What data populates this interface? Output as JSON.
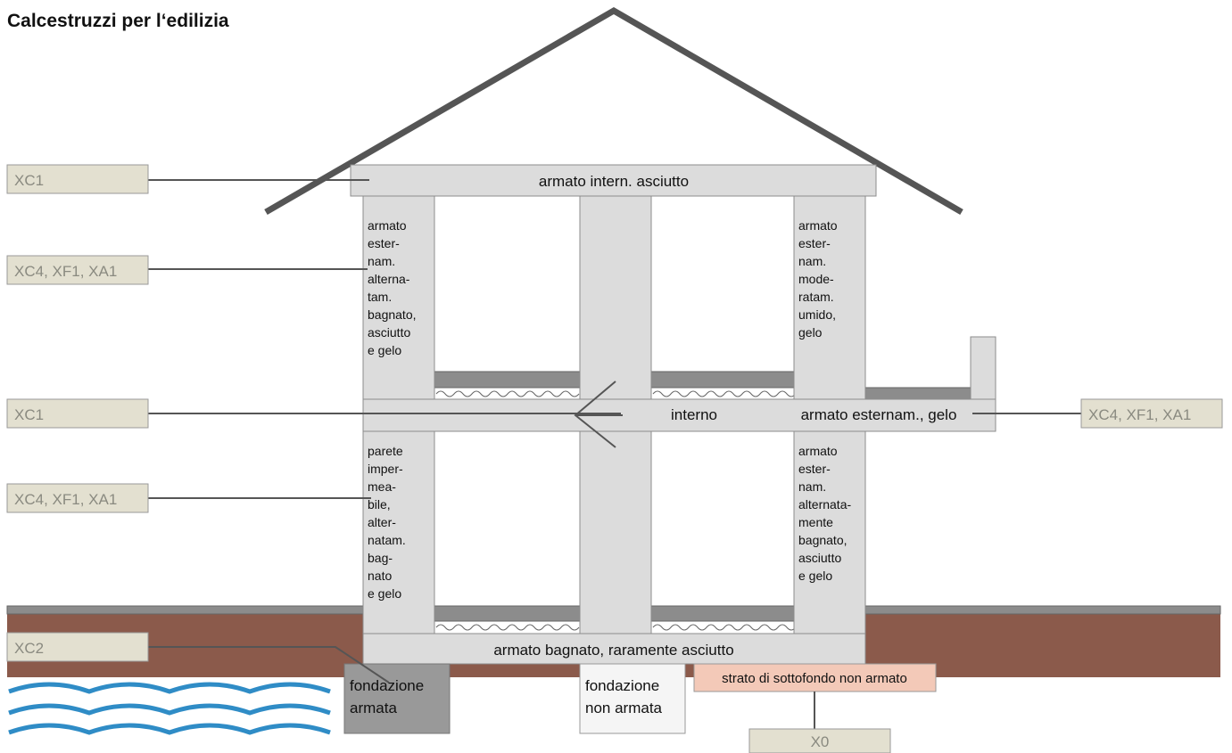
{
  "title": "Calcestruzzi per l‘edilizia",
  "slabs": {
    "top": "armato intern. asciutto",
    "middle_left": "interno",
    "middle_right": "armato esternam., gelo",
    "bottom": "armato bagnato, raramente asciutto"
  },
  "columns": {
    "upper_left": [
      "armato",
      "ester-",
      "nam.",
      "alterna-",
      "tam.",
      "bagnato,",
      "asciutto",
      "e gelo"
    ],
    "upper_right": [
      "armato",
      "ester-",
      "nam.",
      "mode-",
      "ratam.",
      "umido,",
      "gelo"
    ],
    "lower_left": [
      "parete",
      "imper-",
      "mea-",
      "bile,",
      "alter-",
      "natam.",
      "bag-",
      "nato",
      "e gelo"
    ],
    "lower_right": [
      "armato",
      "ester-",
      "nam.",
      "alternata-",
      "mente",
      "bagnato,",
      "asciutto",
      "e gelo"
    ]
  },
  "labels": {
    "top_slab": "XC1",
    "upper_wall": "XC4, XF1, XA1",
    "middle_slab": "XC1",
    "lower_wall": "XC4, XF1, XA1",
    "foundation": "XC2",
    "right_slab": "XC4, XF1, XA1",
    "subfloor": "X0"
  },
  "foundations": {
    "reinforced": [
      "fondazione",
      "armata"
    ],
    "unreinforced": [
      "fondazione",
      "non armata"
    ],
    "subfloor": "strato di sottofondo non armato"
  },
  "colors": {
    "concrete": "#dcdcdc",
    "concrete_stroke": "#8c8c8c",
    "roof": "#555555",
    "soil": "#8b5a4b",
    "ground_top": "#8c8c8c",
    "water": "#2f8cc6",
    "label_fill": "#e3e0d0",
    "label_text": "#8a8a80",
    "foundation_dark": "#999999",
    "foundation_light": "#f5f5f5",
    "subfloor_fill": "#f3c9b8"
  }
}
